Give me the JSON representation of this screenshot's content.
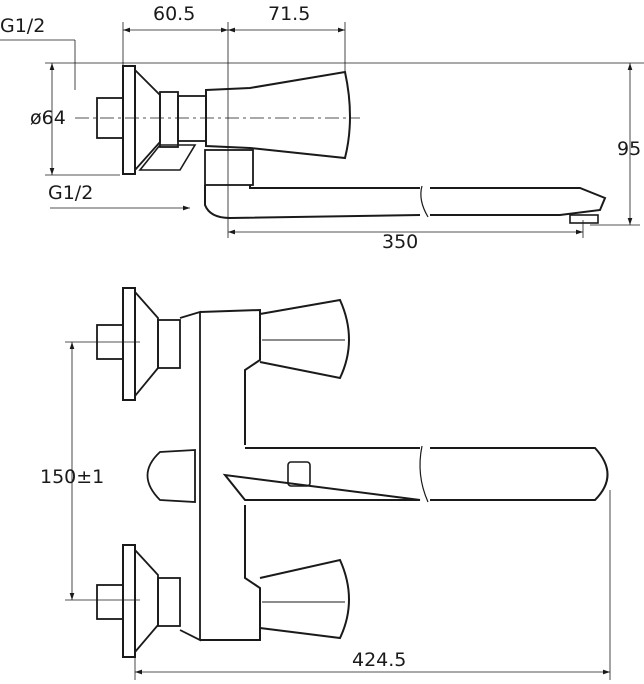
{
  "drawing": {
    "side_view": {
      "thread_top": "G1/2",
      "dim_flange_to_body": "60.5",
      "dim_body_to_handle": "71.5",
      "flange_diameter": "ø64",
      "height": "95",
      "thread_bottom": "G1/2",
      "spout_reach": "350"
    },
    "top_view": {
      "inlet_spacing": "150±1",
      "overall_length": "424.5"
    },
    "colors": {
      "line": "#1a1a1a",
      "fill": "#ffffff"
    }
  }
}
